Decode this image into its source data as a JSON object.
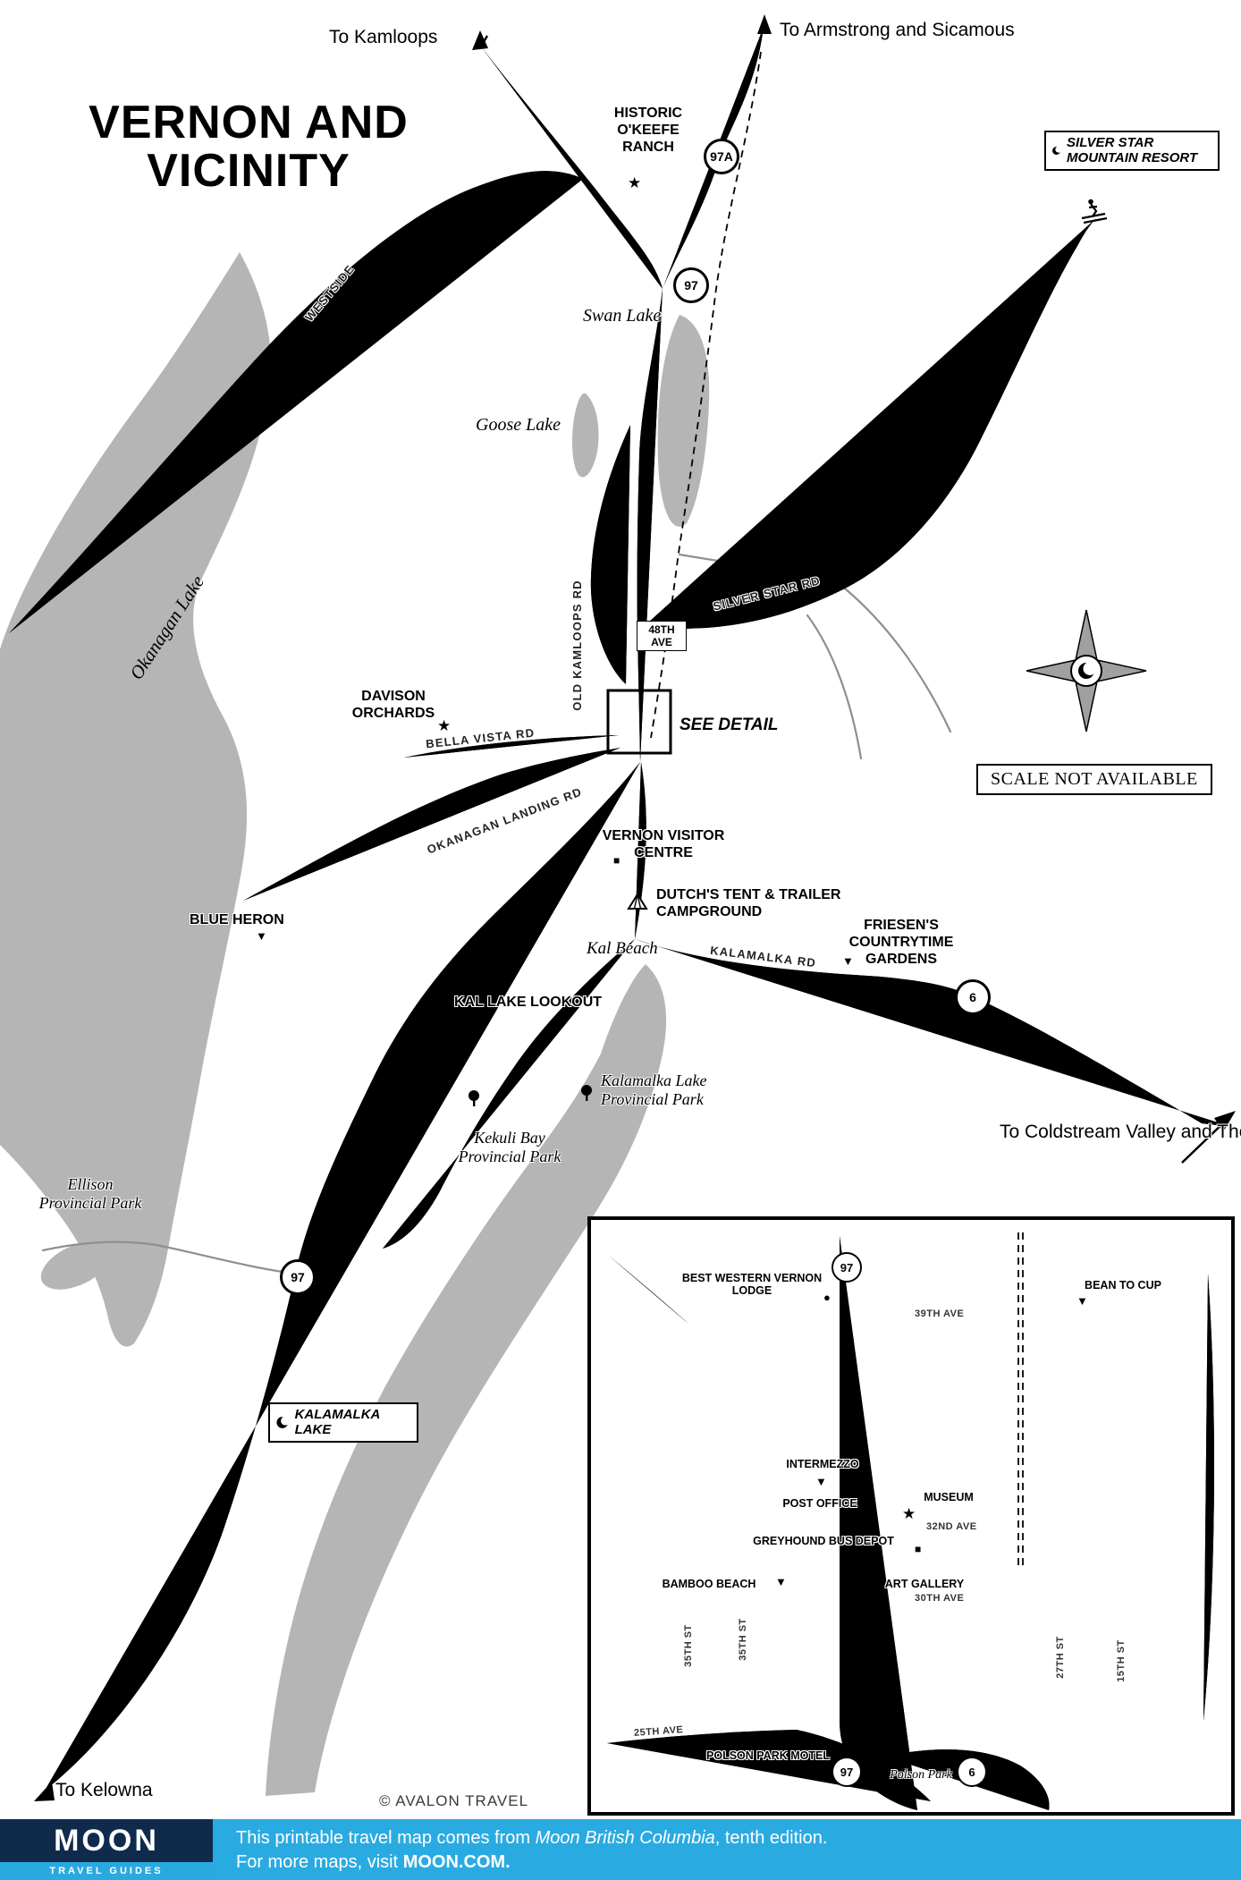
{
  "title": "VERNON AND VICINITY",
  "directions": {
    "kamloops": "To Kamloops",
    "armstrong": "To Armstrong and Sicamous",
    "coldstream": "To Coldstream Valley and The Kootenays",
    "kelowna": "To Kelowna"
  },
  "shields": {
    "h97": "97",
    "h97a": "97A",
    "h6": "6"
  },
  "lakes": {
    "okanagan": "Okanagan Lake",
    "swan": "Swan Lake",
    "goose": "Goose Lake",
    "kalamalka_box": "KALAMALKA LAKE"
  },
  "roads": {
    "westside": "WESTSIDE",
    "old_kamloops": "OLD KAMLOOPS RD",
    "silver_star": "SILVER STAR RD",
    "ave48_line1": "48TH",
    "ave48_line2": "AVE",
    "bella_vista": "BELLA VISTA RD",
    "okanagan_landing": "OKANAGAN LANDING RD",
    "kalamalka": "KALAMALKA RD"
  },
  "pois": {
    "okeefe": "HISTORIC O'KEEFE RANCH",
    "silver_star_resort": "SILVER STAR MOUNTAIN RESORT",
    "davison": "DAVISON ORCHARDS",
    "see_detail": "SEE DETAIL",
    "visitor_centre": "VERNON VISITOR CENTRE",
    "dutchs": "DUTCH'S TENT & TRAILER CAMPGROUND",
    "friesens": "FRIESEN'S COUNTRYTIME GARDENS",
    "blue_heron": "BLUE HERON",
    "kal_beach": "Kal Beach",
    "kal_lookout": "KAL LAKE LOOKOUT",
    "kalamalka_park": "Kalamalka Lake Provincial Park",
    "kekuli": "Kekuli Bay Provincial Park",
    "ellison": "Ellison Provincial Park"
  },
  "notes": {
    "scale": "SCALE NOT AVAILABLE",
    "copyright": "© AVALON TRAVEL"
  },
  "icons": {
    "star": "★",
    "marker_triangle": "▼",
    "marker_square": "■",
    "marker_dot": "●"
  },
  "inset": {
    "pois": {
      "best_western": "BEST WESTERN VERNON LODGE",
      "bean_to_cup": "BEAN TO CUP",
      "intermezzo": "INTERMEZZO",
      "post_office": "POST OFFICE",
      "museum": "MUSEUM",
      "greyhound": "GREYHOUND BUS DEPOT",
      "bamboo_beach": "BAMBOO BEACH",
      "art_gallery": "ART GALLERY",
      "polson_motel": "POLSON PARK MOTEL",
      "polson_park": "Polson Park"
    },
    "streets": {
      "ave39": "39TH AVE",
      "ave32": "32ND AVE",
      "ave30": "30TH AVE",
      "ave25": "25TH AVE",
      "st35a": "35TH ST",
      "st35b": "35TH ST",
      "st27": "27TH ST",
      "st15": "15TH ST"
    }
  },
  "footer": {
    "logo_title": "MOON",
    "logo_subtitle": "TRAVEL GUIDES",
    "line1_prefix": "This printable travel map comes from ",
    "line1_book": "Moon British Columbia",
    "line1_suffix": ", tenth edition.",
    "line2_prefix": "For more maps, visit ",
    "line2_site": "MOON.COM."
  },
  "colors": {
    "lake_gray": "#b5b5b5",
    "footer_bar": "#29abe2",
    "logo_navy": "#102a4c",
    "logo_strip": "#2aa9e0"
  }
}
